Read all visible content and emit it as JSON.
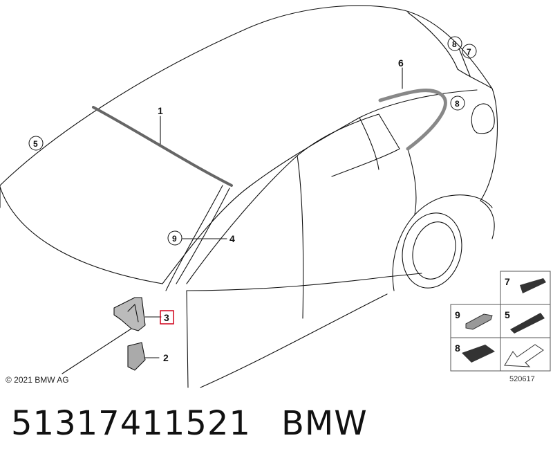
{
  "copyright": "© 2021 BMW AG",
  "figure_number": "520617",
  "part_number": "51317411521",
  "brand": "BMW",
  "highlight_color": "#d0021b",
  "callouts": {
    "c1": "1",
    "c2": "2",
    "c3": "3",
    "c4": "4",
    "c5": "5",
    "c6": "6",
    "c7": "7",
    "c8a": "8",
    "c8b": "8",
    "c9": "9"
  },
  "legend": {
    "l7": "7",
    "l9": "9",
    "l5": "5",
    "l8": "8"
  }
}
